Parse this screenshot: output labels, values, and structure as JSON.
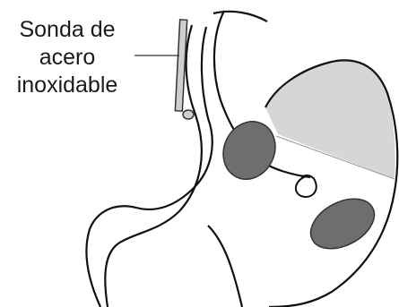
{
  "label": {
    "line1": "Sonda de",
    "line2": "acero",
    "line3": "inoxidable"
  },
  "colors": {
    "outline": "#111111",
    "fundus_shade": "#d6d6d6",
    "region": "#6e6e6e",
    "probe_fill": "#cfcfcf"
  }
}
